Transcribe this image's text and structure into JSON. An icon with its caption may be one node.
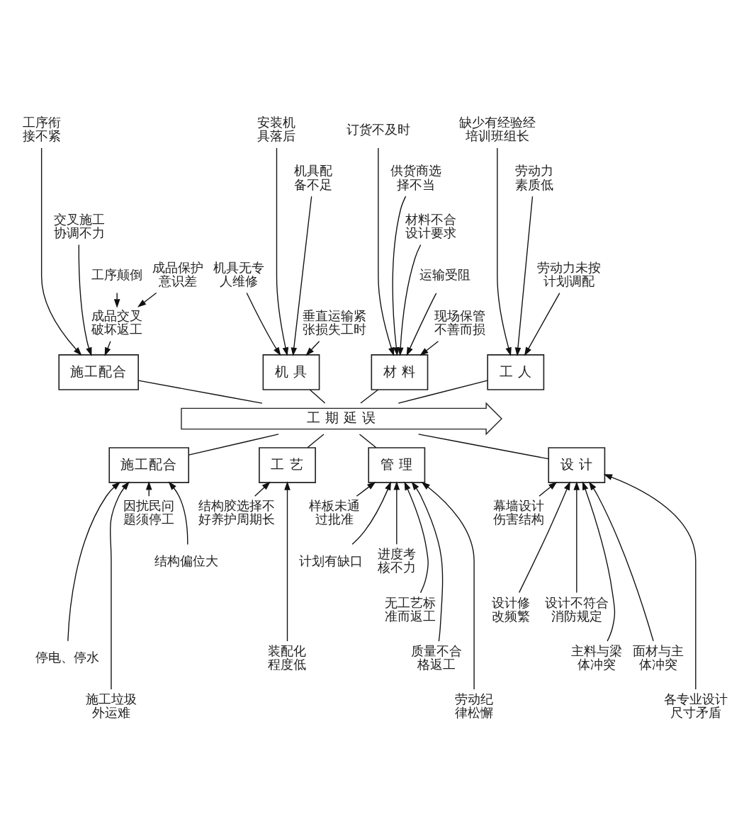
{
  "diagram": {
    "nodes": [
      {
        "text": [
          "施工配合"
        ]
      },
      {
        "text": [
          "机 具"
        ]
      },
      {
        "text": [
          "材 料"
        ]
      },
      {
        "text": [
          "工 人"
        ]
      },
      {
        "text": [
          "工序衔接不紧"
        ]
      },
      {
        "text": [
          "安装机具落后"
        ]
      },
      {
        "text": [
          "订货不及时"
        ]
      },
      {
        "text": [
          "供货商选择不当"
        ]
      },
      {
        "text": [
          "缺少有经验经培训班组长"
        ]
      },
      {
        "text": [
          "机具配备不足"
        ]
      },
      {
        "text": [
          "劳动力素质低"
        ]
      },
      {
        "text": [
          "交叉施工协调不力"
        ]
      },
      {
        "text": [
          "材料不合设计要求"
        ]
      },
      {
        "text": [
          "工序颠倒"
        ]
      },
      {
        "text": [
          "成品保护意识差"
        ]
      },
      {
        "text": [
          "垂直运输紧张损失工时"
        ]
      },
      {
        "text": [
          "机具无专人维修"
        ]
      },
      {
        "text": [
          "运输受阻"
        ]
      },
      {
        "text": [
          "劳动力未按计划调配"
        ]
      },
      {
        "text": [
          "成品交叉破坏返工"
        ]
      },
      {
        "text": [
          "现场保管不善而损"
        ]
      },
      {
        "text": [
          "工 期 延 误"
        ]
      },
      {
        "text": [
          "因扰民问题须停工"
        ]
      },
      {
        "text": [
          "结构胶选择不好养护周期长"
        ]
      },
      {
        "text": [
          "样板未通过批准"
        ]
      },
      {
        "text": [
          "计划有缺口"
        ]
      },
      {
        "text": [
          "进度考核不力"
        ]
      },
      {
        "text": [
          "幕墙设计伤害结构"
        ]
      },
      {
        "text": [
          "结构偏位大"
        ]
      },
      {
        "text": [
          "无工艺标准而返工"
        ]
      },
      {
        "text": [
          "设计修改频繁"
        ]
      },
      {
        "text": [
          "停电、停水"
        ]
      },
      {
        "text": [
          "装配化程度低"
        ]
      },
      {
        "text": [
          "设计不符合消防规定"
        ]
      },
      {
        "text": [
          "主料与梁体冲突"
        ]
      },
      {
        "text": [
          "面材与主体冲突"
        ]
      },
      {
        "text": [
          "施工垃圾外运难"
        ]
      },
      {
        "text": [
          "质量不合格返工"
        ]
      },
      {
        "text": [
          "劳动纪律松懈"
        ]
      },
      {
        "text": [
          "各专业设计尺寸矛盾"
        ]
      },
      {
        "text": [
          "施工配合"
        ]
      },
      {
        "text": [
          "工 艺"
        ]
      },
      {
        "text": [
          "管 理"
        ]
      },
      {
        "text": [
          "设 计"
        ]
      }
    ],
    "edges": [
      {
        "from": 0,
        "to": 21,
        "arrow": "none"
      },
      {
        "from": 1,
        "to": 21,
        "arrow": "none"
      },
      {
        "from": 2,
        "to": 21,
        "arrow": "none"
      },
      {
        "from": 3,
        "to": 21,
        "arrow": "none"
      },
      {
        "from": 4,
        "to": 0,
        "arrow": "to"
      },
      {
        "from": 5,
        "to": 1,
        "arrow": "to"
      },
      {
        "from": 6,
        "to": 2,
        "arrow": "to"
      },
      {
        "from": 7,
        "to": 2,
        "arrow": "to"
      },
      {
        "from": 8,
        "to": 3,
        "arrow": "to"
      },
      {
        "from": 9,
        "to": 1,
        "arrow": "to"
      },
      {
        "from": 10,
        "to": 3,
        "arrow": "to"
      },
      {
        "from": 11,
        "to": 0,
        "arrow": "to"
      },
      {
        "from": 12,
        "to": 2,
        "arrow": "to"
      },
      {
        "from": 13,
        "to": 19,
        "arrow": "to"
      },
      {
        "from": 14,
        "to": 19,
        "arrow": "to"
      },
      {
        "from": 15,
        "to": 1,
        "arrow": "to"
      },
      {
        "from": 16,
        "to": 1,
        "arrow": "to"
      },
      {
        "from": 17,
        "to": 2,
        "arrow": "to"
      },
      {
        "from": 18,
        "to": 3,
        "arrow": "to"
      },
      {
        "from": 19,
        "to": 0,
        "arrow": "to"
      },
      {
        "from": 20,
        "to": 2,
        "arrow": "to"
      },
      {
        "from": 40,
        "to": 21,
        "arrow": "none"
      },
      {
        "from": 41,
        "to": 21,
        "arrow": "none"
      },
      {
        "from": 42,
        "to": 21,
        "arrow": "none"
      },
      {
        "from": 43,
        "to": 21,
        "arrow": "none"
      },
      {
        "from": 22,
        "to": 40,
        "arrow": "to"
      },
      {
        "from": 23,
        "to": 41,
        "arrow": "to"
      },
      {
        "from": 24,
        "to": 42,
        "arrow": "to"
      },
      {
        "from": 25,
        "to": 42,
        "arrow": "to"
      },
      {
        "from": 26,
        "to": 42,
        "arrow": "to"
      },
      {
        "from": 27,
        "to": 43,
        "arrow": "to"
      },
      {
        "from": 28,
        "to": 40,
        "arrow": "to"
      },
      {
        "from": 29,
        "to": 42,
        "arrow": "to"
      },
      {
        "from": 30,
        "to": 43,
        "arrow": "to"
      },
      {
        "from": 31,
        "to": 40,
        "arrow": "to"
      },
      {
        "from": 32,
        "to": 41,
        "arrow": "to"
      },
      {
        "from": 33,
        "to": 43,
        "arrow": "to"
      },
      {
        "from": 34,
        "to": 43,
        "arrow": "to"
      },
      {
        "from": 35,
        "to": 43,
        "arrow": "to"
      },
      {
        "from": 36,
        "to": 40,
        "arrow": "to"
      },
      {
        "from": 37,
        "to": 42,
        "arrow": "to"
      },
      {
        "from": 38,
        "to": 42,
        "arrow": "to"
      },
      {
        "from": 39,
        "to": 43,
        "arrow": "to"
      }
    ]
  }
}
